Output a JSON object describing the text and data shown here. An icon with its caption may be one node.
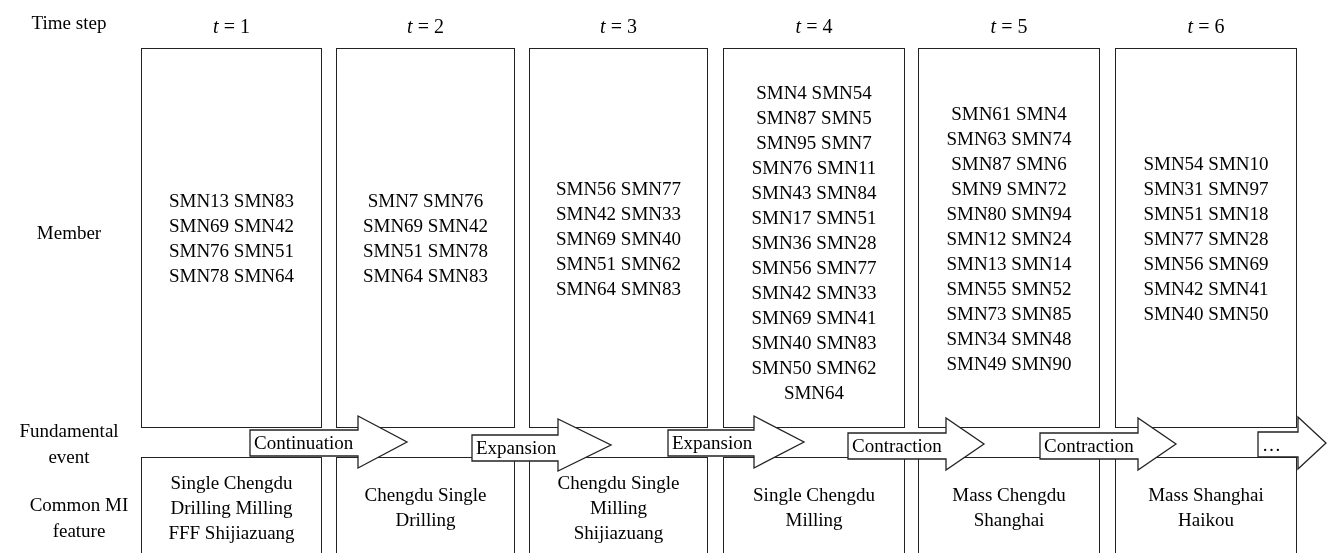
{
  "diagram": {
    "nodes": [
      {
        "text": [
          "*t* = 1",
          "SMN13 SMN83 SMN69 SMN42 SMN76 SMN51 SMN78 SMN64"
        ]
      },
      {
        "text": [
          "*t* = 2",
          "SMN7 SMN76 SMN69 SMN42 SMN51 SMN78 SMN64 SMN83"
        ]
      },
      {
        "text": [
          "*t* = 3",
          "SMN56 SMN77 SMN42 SMN33 SMN69 SMN40 SMN51 SMN62 SMN64 SMN83"
        ]
      },
      {
        "text": [
          "*t* = 4",
          "SMN4 SMN54 SMN87 SMN5 SMN95 SMN7 SMN76 SMN11 SMN43 SMN84 SMN17 SMN51 SMN36 SMN28 SMN56 SMN77 SMN42 SMN33 SMN69 SMN41 SMN40 SMN83 SMN50 SMN62 SMN64"
        ]
      },
      {
        "text": [
          "*t* = 5",
          "SMN61 SMN4 SMN63 SMN74 SMN87 SMN6 SMN9 SMN72 SMN80 SMN94 SMN12 SMN24 SMN13 SMN14 SMN55 SMN52 SMN73 SMN85 SMN34 SMN48 SMN49 SMN90"
        ]
      },
      {
        "text": [
          "*t* = 6",
          "SMN54 SMN10 SMN31 SMN97 SMN51 SMN18 SMN77 SMN28 SMN56 SMN69 SMN42 SMN41 SMN40 SMN50"
        ]
      },
      {
        "text": [
          "Single Chengdu Drilling Milling FFF Shijiazuang"
        ]
      },
      {
        "text": [
          "Chengdu Single Drilling"
        ]
      },
      {
        "text": [
          "Chengdu Single Milling Shijiazuang"
        ]
      },
      {
        "text": [
          "Single Chengdu Milling"
        ]
      },
      {
        "text": [
          "Mass Chengdu Shanghai"
        ]
      },
      {
        "text": [
          "Mass Shanghai Haikou"
        ]
      }
    ],
    "edges": [
      {
        "from": 0,
        "to": 1,
        "arrow": "to",
        "label": "Continuation"
      },
      {
        "from": 1,
        "to": 2,
        "arrow": "to",
        "label": "Expansion"
      },
      {
        "from": 2,
        "to": 3,
        "arrow": "to",
        "label": "Expansion"
      },
      {
        "from": 3,
        "to": 4,
        "arrow": "to",
        "label": "Contraction"
      },
      {
        "from": 4,
        "to": 5,
        "arrow": "to",
        "label": "Contraction"
      },
      {
        "from": 5,
        "to": null,
        "arrow": "to",
        "label": "…"
      }
    ],
    "labels": [
      "Time step",
      "Member",
      "Fundamental event",
      "Common MI feature"
    ]
  }
}
